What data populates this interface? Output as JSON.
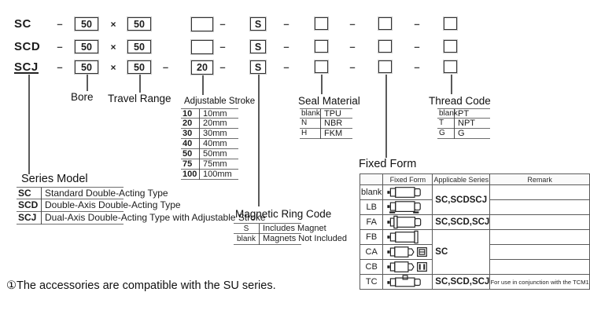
{
  "model_code": {
    "dash": "–",
    "times": "×",
    "rows": [
      {
        "series": "SC",
        "bore": "50",
        "travel": "50",
        "stroke": "",
        "magnet": "S"
      },
      {
        "series": "SCD",
        "bore": "50",
        "travel": "50",
        "stroke": "",
        "magnet": "S"
      },
      {
        "series": "SCJ",
        "bore": "50",
        "travel": "50",
        "stroke": "20",
        "magnet": "S"
      }
    ]
  },
  "labels": {
    "bore": "Bore",
    "travel_range": "Travel Range"
  },
  "adjustable_stroke": {
    "title": "Adjustable Stroke",
    "rows": [
      [
        "10",
        "10mm"
      ],
      [
        "20",
        "20mm"
      ],
      [
        "30",
        "30mm"
      ],
      [
        "40",
        "40mm"
      ],
      [
        "50",
        "50mm"
      ],
      [
        "75",
        "75mm"
      ],
      [
        "100",
        "100mm"
      ]
    ]
  },
  "seal_material": {
    "title": "Seal Material",
    "rows": [
      [
        "blank",
        "TPU"
      ],
      [
        "N",
        "NBR"
      ],
      [
        "H",
        "FKM"
      ]
    ]
  },
  "thread_code": {
    "title": "Thread Code",
    "rows": [
      [
        "blank",
        "PT"
      ],
      [
        "T",
        "NPT"
      ],
      [
        "G",
        "G"
      ]
    ]
  },
  "magnetic_ring_code": {
    "title": "Magnetic Ring Code",
    "rows": [
      [
        "S",
        "Includes Magnet"
      ],
      [
        "blank",
        "Magnets Not Included"
      ]
    ]
  },
  "series_model": {
    "title": "Series Model",
    "rows": [
      [
        "SC",
        "Standard Double-Acting Type"
      ],
      [
        "SCD",
        "Double-Axis Double-Acting Type"
      ],
      [
        "SCJ",
        "Dual-Axis Double-Acting Type with Adjustable Stroke"
      ]
    ]
  },
  "fixed_form": {
    "title": "Fixed Form",
    "headers": [
      "",
      "Fixed Form",
      "Applicable Series",
      "Remark"
    ],
    "rows": [
      {
        "code": "blank",
        "icon": "cylinder-basic-icon",
        "applicable": "SC,SCDSCJ",
        "remark": ""
      },
      {
        "code": "LB",
        "icon": "cylinder-foot-mount-icon"
      },
      {
        "code": "FA",
        "icon": "cylinder-front-flange-icon",
        "applicable": "SC,SCD,SCJ",
        "remark": ""
      },
      {
        "code": "FB",
        "icon": "cylinder-rear-flange-icon",
        "applicable": "SC",
        "remark": ""
      },
      {
        "code": "CA",
        "icon": "cylinder-clevis-a-icon"
      },
      {
        "code": "CB",
        "icon": "cylinder-clevis-b-icon"
      },
      {
        "code": "TC",
        "icon": "cylinder-trunnion-icon",
        "applicable": "SC,SCD,SCJ",
        "remark": "For use in conjunction with the TCM1"
      }
    ]
  },
  "footnote": "①The accessories are compatible with the SU series."
}
